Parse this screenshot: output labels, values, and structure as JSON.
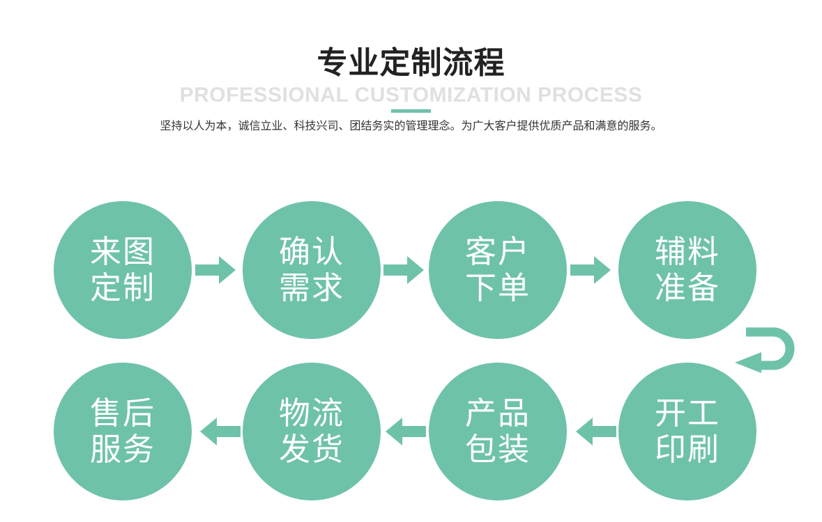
{
  "header": {
    "title": "专业定制流程",
    "subtitle_en": "PROFESSIONAL CUSTOMIZATION PROCESS",
    "description": "坚持以人为本，诚信立业、科技兴司、团结务实的管理理念。为广大客户提供优质产品和满意的服务。"
  },
  "accent_color": "#6fc2aa",
  "steps": [
    {
      "line1": "来图",
      "line2": "定制"
    },
    {
      "line1": "确认",
      "line2": "需求"
    },
    {
      "line1": "客户",
      "line2": "下单"
    },
    {
      "line1": "辅料",
      "line2": "准备"
    },
    {
      "line1": "开工",
      "line2": "印刷"
    },
    {
      "line1": "产品",
      "line2": "包装"
    },
    {
      "line1": "物流",
      "line2": "发货"
    },
    {
      "line1": "售后",
      "line2": "服务"
    }
  ]
}
